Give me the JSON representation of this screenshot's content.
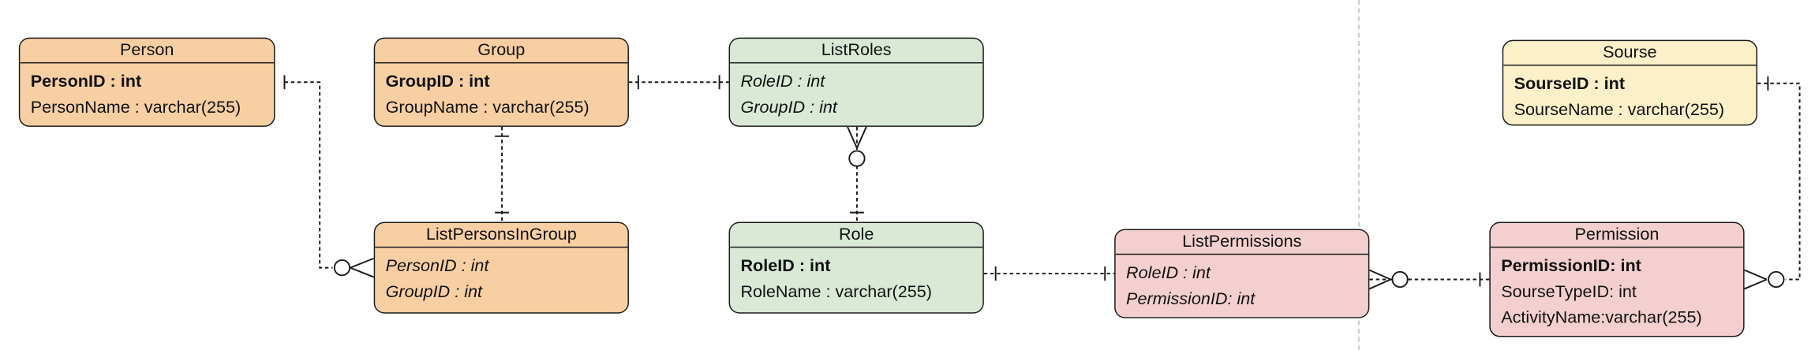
{
  "diagram": {
    "colors": {
      "orange": "#f8cfa2",
      "green": "#d9e9d6",
      "pink": "#f3cfcf",
      "yellow": "#fcf0c9",
      "line": "#1a1a1a",
      "separator": "#bbbbbb"
    },
    "entities": [
      {
        "id": "person",
        "color": "orange",
        "title": "Person",
        "fields": [
          {
            "text": "PersonID : int",
            "style": "key"
          },
          {
            "text": "PersonName : varchar(255)",
            "style": "plain"
          }
        ]
      },
      {
        "id": "group",
        "color": "orange",
        "title": "Group",
        "fields": [
          {
            "text": "GroupID : int",
            "style": "key"
          },
          {
            "text": "GroupName : varchar(255)",
            "style": "plain"
          }
        ]
      },
      {
        "id": "listroles",
        "color": "green",
        "title": "ListRoles",
        "fields": [
          {
            "text": "RoleID : int",
            "style": "fk"
          },
          {
            "text": "GroupID : int",
            "style": "fk"
          }
        ]
      },
      {
        "id": "listpersonsingroup",
        "color": "orange",
        "title": "ListPersonsInGroup",
        "fields": [
          {
            "text": "PersonID : int",
            "style": "fk"
          },
          {
            "text": "GroupID : int",
            "style": "fk"
          }
        ]
      },
      {
        "id": "role",
        "color": "green",
        "title": "Role",
        "fields": [
          {
            "text": "RoleID : int",
            "style": "key"
          },
          {
            "text": "RoleName : varchar(255)",
            "style": "plain"
          }
        ]
      },
      {
        "id": "listpermissions",
        "color": "pink",
        "title": "ListPermissions",
        "fields": [
          {
            "text": "RoleID : int",
            "style": "fk"
          },
          {
            "text": "PermissionID: int",
            "style": "fk"
          }
        ]
      },
      {
        "id": "sourse",
        "color": "yellow",
        "title": "Sourse",
        "fields": [
          {
            "text": "SourseID : int",
            "style": "key"
          },
          {
            "text": "SourseName : varchar(255)",
            "style": "plain"
          }
        ]
      },
      {
        "id": "permission",
        "color": "pink",
        "title": "Permission",
        "fields": [
          {
            "text": "PermissionID: int",
            "style": "key"
          },
          {
            "text": "SourseTypeID: int",
            "style": "plain"
          },
          {
            "text": "ActivityName:varchar(255)",
            "style": "plain"
          }
        ]
      }
    ],
    "relationships": [
      {
        "from": "person",
        "to": "listpersonsingroup",
        "from_cardinality": "one",
        "to_cardinality": "zero-or-many"
      },
      {
        "from": "group",
        "to": "listpersonsingroup",
        "from_cardinality": "one",
        "to_cardinality": "one"
      },
      {
        "from": "group",
        "to": "listroles",
        "from_cardinality": "one",
        "to_cardinality": "one"
      },
      {
        "from": "listroles",
        "to": "role",
        "from_cardinality": "zero-or-many",
        "to_cardinality": "one"
      },
      {
        "from": "role",
        "to": "listpermissions",
        "from_cardinality": "one",
        "to_cardinality": "one"
      },
      {
        "from": "listpermissions",
        "to": "permission",
        "from_cardinality": "zero-or-many",
        "to_cardinality": "one"
      },
      {
        "from": "sourse",
        "to": "permission",
        "from_cardinality": "one",
        "to_cardinality": "zero-or-many"
      }
    ]
  }
}
